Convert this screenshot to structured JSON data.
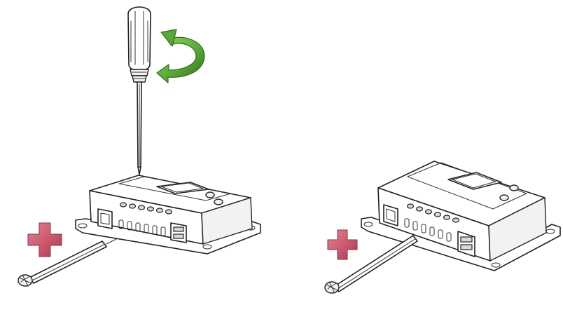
{
  "diagram": {
    "panels": [
      {
        "id": "left",
        "elements": [
          "screwdriver",
          "rotation-arrow",
          "charge-controller",
          "wire",
          "positive-sign"
        ]
      },
      {
        "id": "right",
        "elements": [
          "charge-controller",
          "wire",
          "positive-sign"
        ]
      }
    ],
    "colors": {
      "rotation_arrow": "#5aa83a",
      "rotation_arrow_dark": "#3d7f25",
      "positive_sign": "#c9546a",
      "positive_sign_shadow": "#9c3a4f",
      "outline": "#222222",
      "background": "#ffffff"
    },
    "icons": {
      "tool": "screwdriver-icon",
      "rotation": "clockwise-arrow-icon",
      "polarity": "plus-icon"
    }
  }
}
